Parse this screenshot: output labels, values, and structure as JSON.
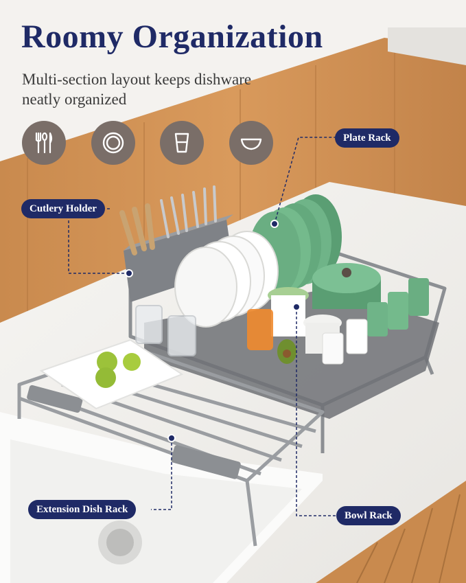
{
  "header": {
    "title": "Roomy Organization",
    "subtitle_line1": "Multi-section layout keeps dishware",
    "subtitle_line2": "neatly organized"
  },
  "feature_icons": [
    {
      "icon": "cutlery-icon"
    },
    {
      "icon": "plate-icon"
    },
    {
      "icon": "cup-icon"
    },
    {
      "icon": "bowl-icon"
    }
  ],
  "callouts": {
    "plate_rack": "Plate Rack",
    "cutlery_holder": "Cutlery Holder",
    "extension_dish_rack": "Extension Dish Rack",
    "bowl_rack": "Bowl Rack"
  },
  "colors": {
    "brand_navy": "#1f2a66",
    "icon_circle": "#7a6e68",
    "rack_gray": "#8c8f93",
    "plate_green": "#6fb488"
  }
}
